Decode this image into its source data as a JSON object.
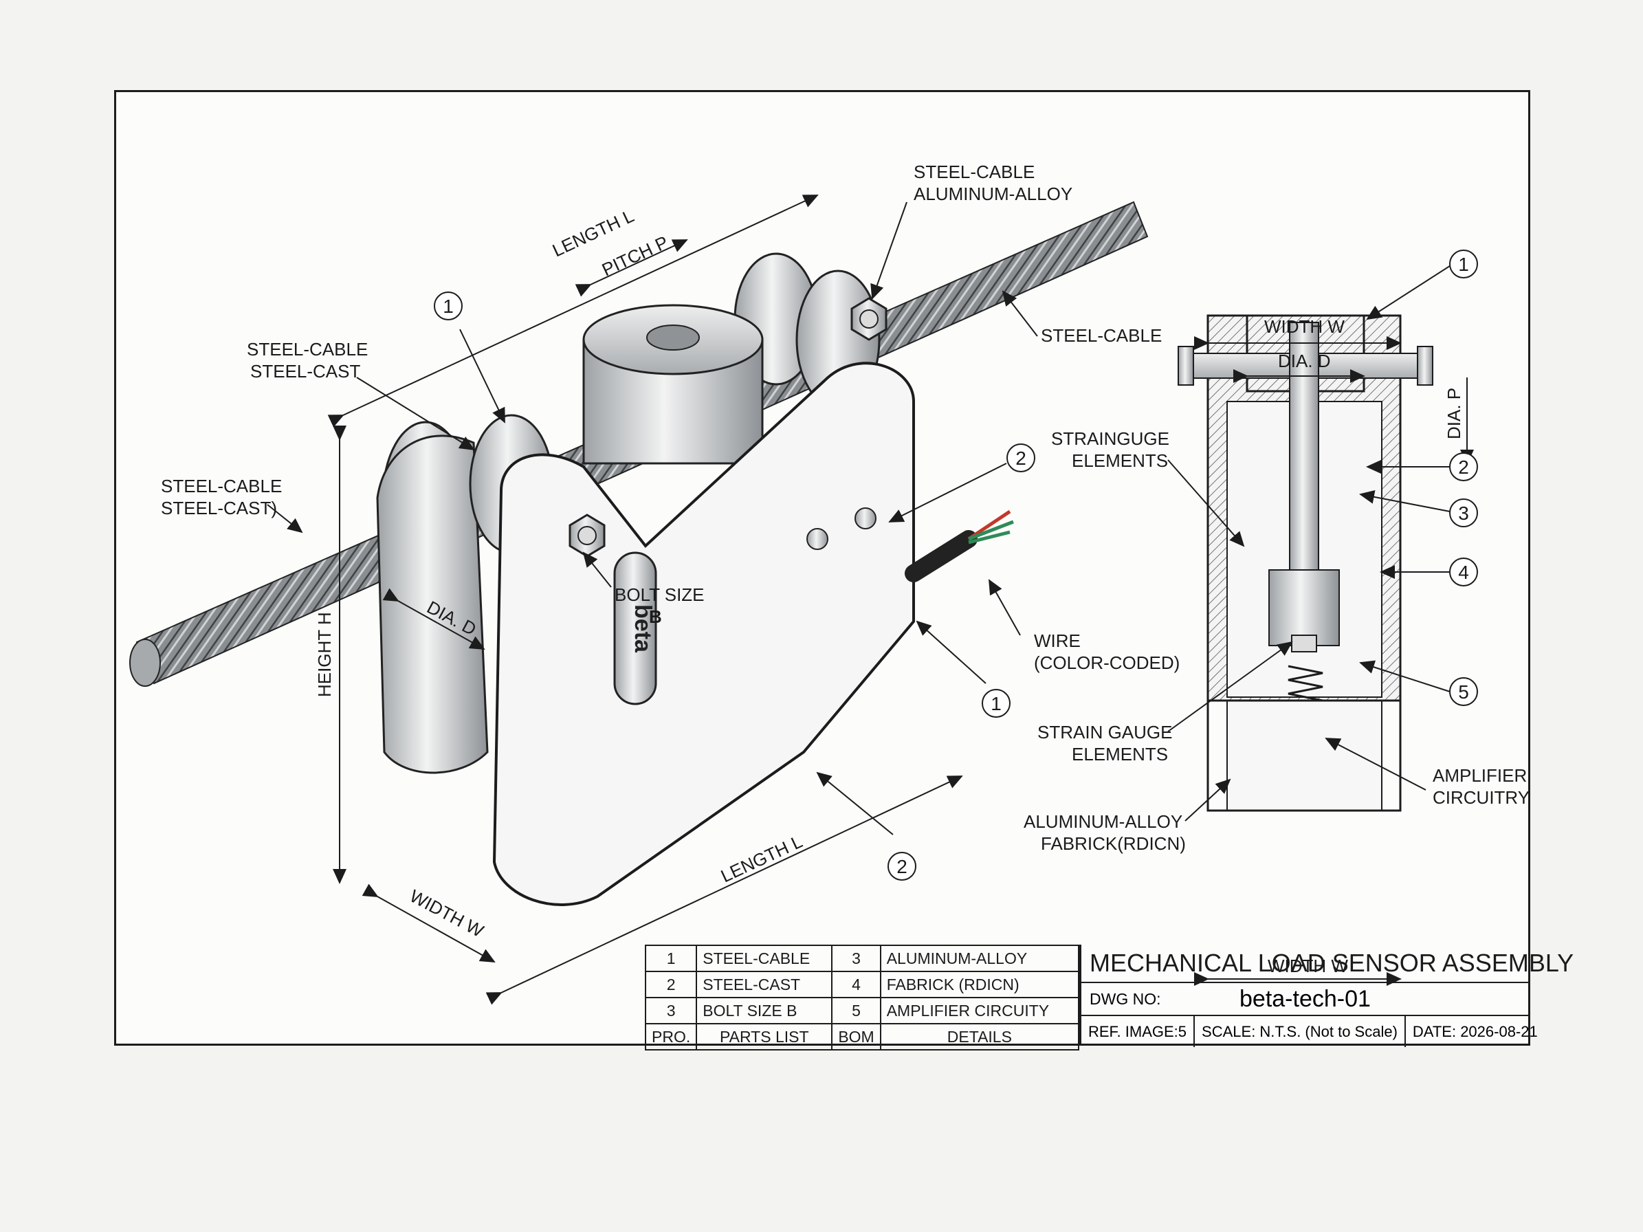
{
  "drawing_title": "MECHANICAL LOAD SENSOR ASSEMBLY",
  "dwg_no_label": "DWG NO:",
  "dwg_no": "beta-tech-01",
  "ref_image": "REF. IMAGE:5",
  "scale": "SCALE: N.T.S. (Not to Scale)",
  "date": "DATE: 2026-08-21",
  "brand_plate": "beta",
  "iso_view": {
    "dim_length_top": "LENGTH L",
    "dim_pitch": "PITCH P",
    "dim_height": "HEIGHT H",
    "dim_dia": "DIA. D",
    "dim_width": "WIDTH W",
    "dim_length_bottom": "LENGTH L",
    "callout_top_1": "STEEL-CABLE",
    "callout_top_2": "ALUMINUM-ALLOY",
    "callout_left_1a": "STEEL-CABLE",
    "callout_left_1b": "STEEL-CAST",
    "callout_left_2a": "STEEL-CABLE",
    "callout_left_2b": "STEEL-CAST)",
    "callout_right_cable": "STEEL-CABLE",
    "callout_bolt_a": "BOLT SIZE",
    "callout_bolt_b": "B",
    "callout_wire_a": "WIRE",
    "callout_wire_b": "(COLOR-CODED)",
    "balloon_1": "1",
    "balloon_2": "2"
  },
  "section_view": {
    "dim_width_top": "WIDTH W",
    "dim_dia_d": "DIA. D",
    "dim_dia_p": "DIA. P",
    "dim_width_bottom": "WIDTH W",
    "callout_gauge_a": "STRAINGUGE",
    "callout_gauge_b": "ELEMENTS",
    "callout_strain_a": "STRAIN GAUGE",
    "callout_strain_b": "ELEMENTS",
    "callout_alloy_a": "ALUMINUM-ALLOY",
    "callout_alloy_b": "FABRICK(RDICN)",
    "callout_amp_a": "AMPLIFIER",
    "callout_amp_b": "CIRCUITRY",
    "balloons": [
      "1",
      "2",
      "3",
      "4",
      "5"
    ]
  },
  "parts_list": [
    {
      "no": "1",
      "part": "STEEL-CABLE",
      "bom": "3",
      "detail": "ALUMINUM-ALLOY"
    },
    {
      "no": "2",
      "part": "STEEL-CAST",
      "bom": "4",
      "detail": "FABRICK (RDICN)"
    },
    {
      "no": "3",
      "part": "BOLT SIZE B",
      "bom": "5",
      "detail": "AMPLIFIER CIRCUITY"
    }
  ],
  "parts_header": {
    "no": "PRO.",
    "part": "PARTS LIST",
    "bom": "BOM",
    "detail": "DETAILS"
  },
  "colors": {
    "line": "#1c1c1c",
    "metal": "#c9ccce",
    "wire_red": "#c0392b",
    "wire_green": "#2e8b57"
  }
}
